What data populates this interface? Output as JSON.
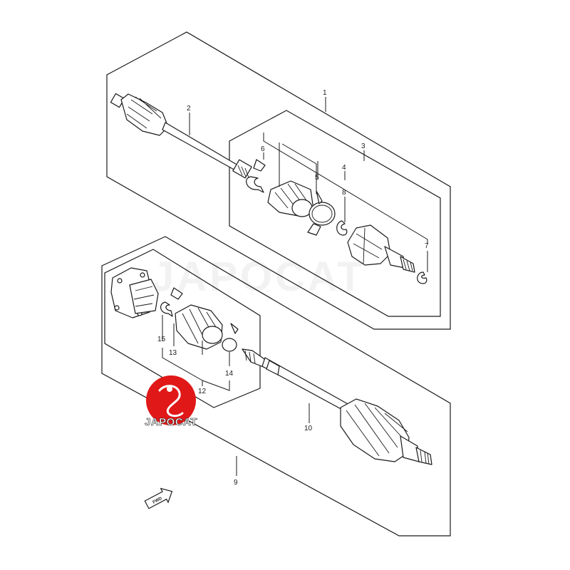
{
  "callouts": [
    "1",
    "2",
    "3",
    "4",
    "5",
    "6",
    "7",
    "8",
    "9",
    "10",
    "12",
    "13",
    "14",
    "15"
  ],
  "watermark": "JAPOCAT",
  "logo": {
    "text": "JAPOCAT",
    "color": "#e01818"
  },
  "fwd_label": "FWD"
}
